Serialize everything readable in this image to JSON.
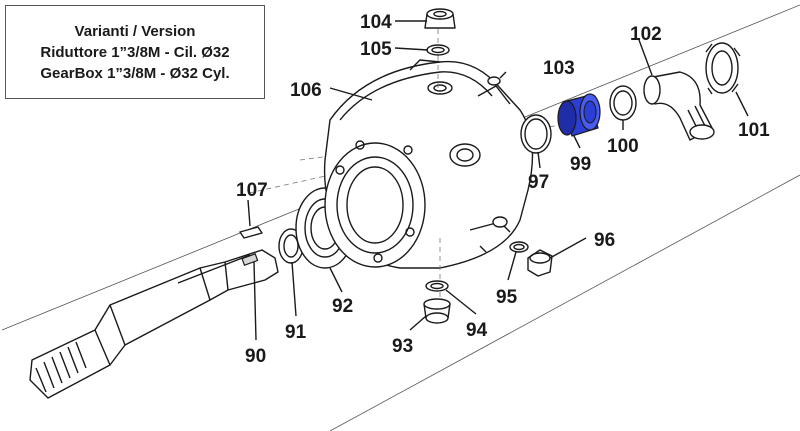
{
  "caption": {
    "line1": "Varianti / Version",
    "line2": "Riduttore 1”3/8M - Cil. Ø32",
    "line3": "GearBox 1”3/8M - Ø32 Cyl."
  },
  "callouts": {
    "p90": "90",
    "p91": "91",
    "p92": "92",
    "p93": "93",
    "p94": "94",
    "p95": "95",
    "p96": "96",
    "p97": "97",
    "p99": "99",
    "p100": "100",
    "p101": "101",
    "p102": "102",
    "p103": "103",
    "p104": "104",
    "p105": "105",
    "p106": "106",
    "p107": "107"
  },
  "colors": {
    "highlight": "#2b3fd6",
    "line": "#1a1a1a",
    "background": "#ffffff"
  }
}
